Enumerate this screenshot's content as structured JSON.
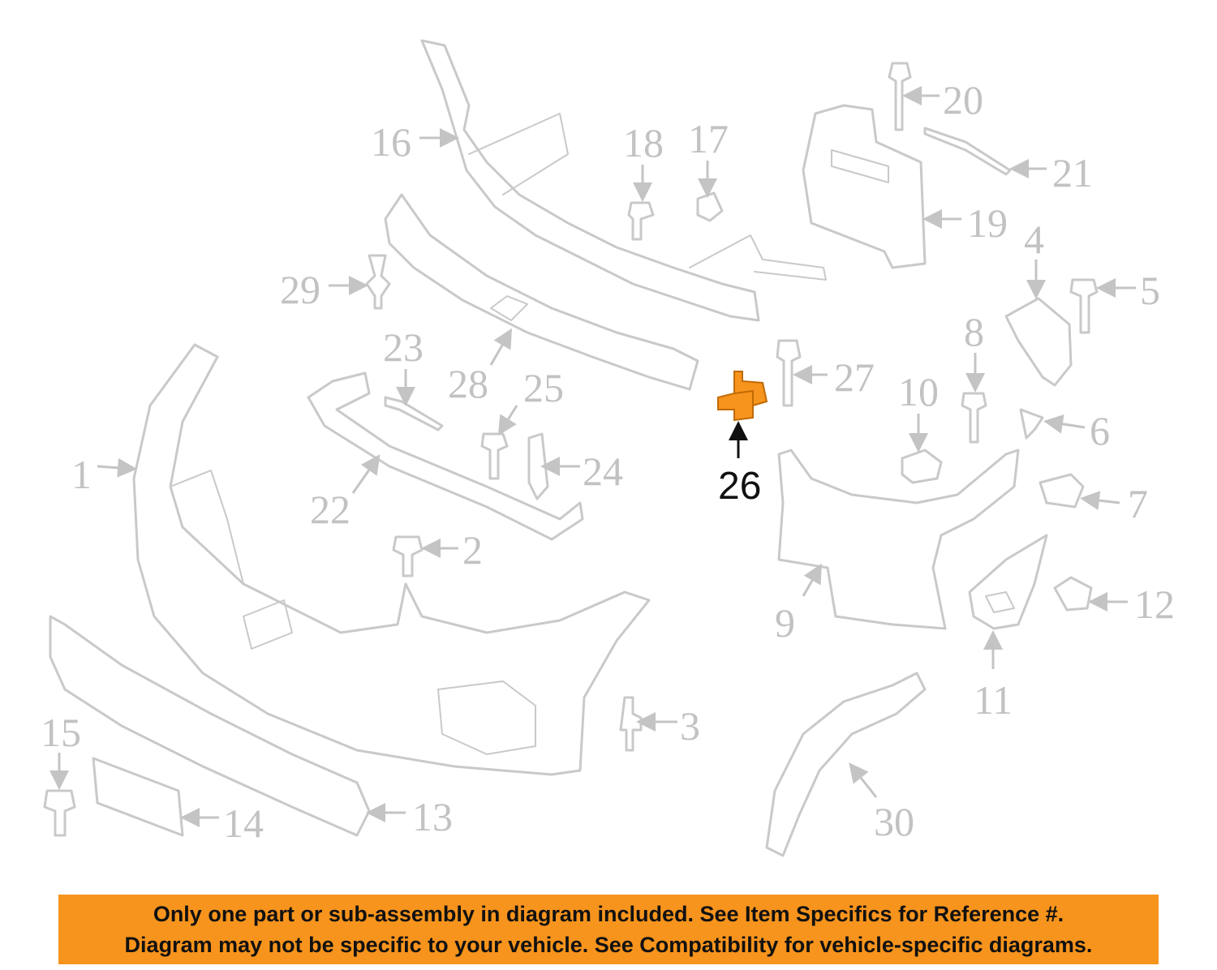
{
  "diagram": {
    "highlight_color": "#f7941d",
    "highlighted_part": "26",
    "callouts": [
      {
        "id": "1",
        "text": "1"
      },
      {
        "id": "2",
        "text": "2"
      },
      {
        "id": "3",
        "text": "3"
      },
      {
        "id": "4",
        "text": "4"
      },
      {
        "id": "5",
        "text": "5"
      },
      {
        "id": "6",
        "text": "6"
      },
      {
        "id": "7",
        "text": "7"
      },
      {
        "id": "8",
        "text": "8"
      },
      {
        "id": "9",
        "text": "9"
      },
      {
        "id": "10",
        "text": "10"
      },
      {
        "id": "11",
        "text": "11"
      },
      {
        "id": "12",
        "text": "12"
      },
      {
        "id": "13",
        "text": "13"
      },
      {
        "id": "14",
        "text": "14"
      },
      {
        "id": "15",
        "text": "15"
      },
      {
        "id": "16",
        "text": "16"
      },
      {
        "id": "17",
        "text": "17"
      },
      {
        "id": "18",
        "text": "18"
      },
      {
        "id": "19",
        "text": "19"
      },
      {
        "id": "20",
        "text": "20"
      },
      {
        "id": "21",
        "text": "21"
      },
      {
        "id": "22",
        "text": "22"
      },
      {
        "id": "23",
        "text": "23"
      },
      {
        "id": "24",
        "text": "24"
      },
      {
        "id": "25",
        "text": "25"
      },
      {
        "id": "26",
        "text": "26"
      },
      {
        "id": "27",
        "text": "27"
      },
      {
        "id": "28",
        "text": "28"
      },
      {
        "id": "29",
        "text": "29"
      },
      {
        "id": "30",
        "text": "30"
      }
    ]
  },
  "banner": {
    "background": "#f7941d",
    "line1": "Only one part or sub-assembly in diagram included. See Item Specifics for Reference #.",
    "line2": "Diagram may not be specific to your vehicle. See Compatibility for vehicle-specific diagrams."
  }
}
